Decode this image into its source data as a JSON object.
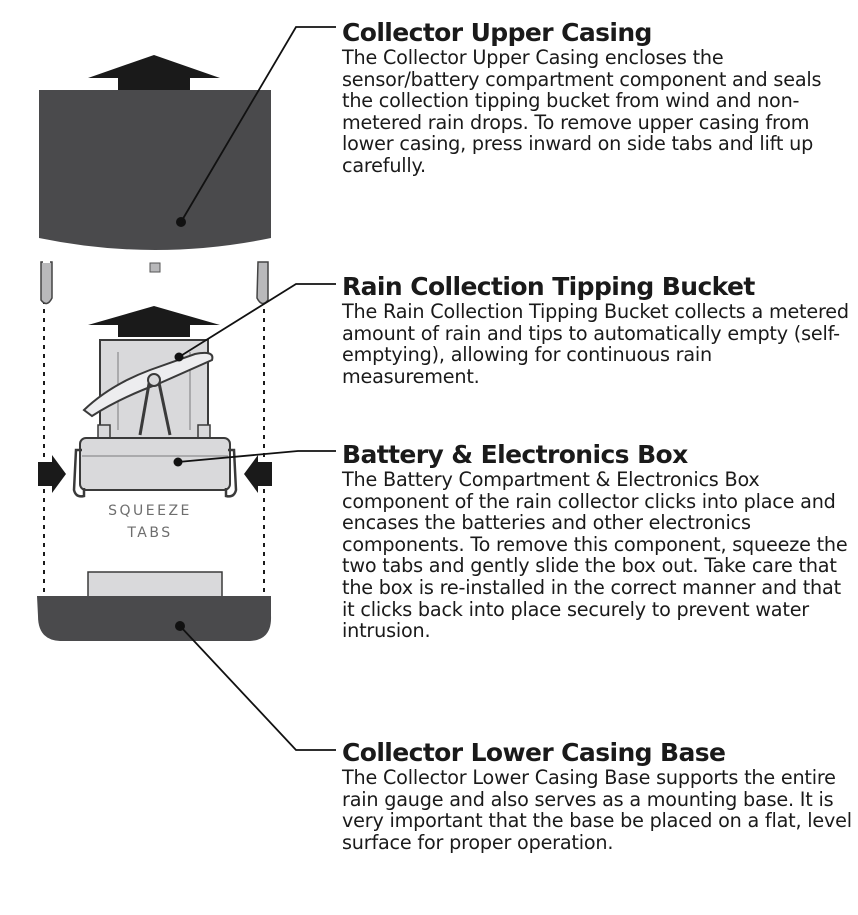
{
  "colors": {
    "casing_dark": "#4a4a4c",
    "component_light": "#d9d9db",
    "outline": "#3a3a3a",
    "text": "#1a1a1a",
    "label_gray": "#6e6e6e"
  },
  "sections": [
    {
      "title": "Collector Upper Casing",
      "description": "The Collector Upper Casing encloses the sensor/battery compartment component and seals the collection tipping bucket from wind and non-metered rain drops. To remove upper casing from lower casing, press inward on side tabs and lift up carefully."
    },
    {
      "title": "Rain Collection Tipping Bucket",
      "description": "The Rain Collection Tipping Bucket collects a metered amount of rain and tips to automatically empty (self-emptying), allowing for continuous rain measurement."
    },
    {
      "title": "Battery & Electronics Box",
      "description": "The Battery Compartment & Electronics Box component of the rain collector clicks into place and encases the batteries and other electronics components. To remove this component, squeeze the two tabs and gently slide the box out. Take care that the box is re-installed in the correct manner and that it clicks back into place securely to prevent water intrusion."
    },
    {
      "title": "Collector Lower Casing Base",
      "description": "The Collector Lower Casing Base supports the entire rain gauge and also serves as a mounting base. It is very important that the base be placed on a flat, level surface for proper operation."
    }
  ],
  "squeeze_label": {
    "line1": "SQUEEZE",
    "line2": "TABS"
  },
  "icons": [
    "up-arrow-icon",
    "right-arrow-icon",
    "left-arrow-icon"
  ]
}
